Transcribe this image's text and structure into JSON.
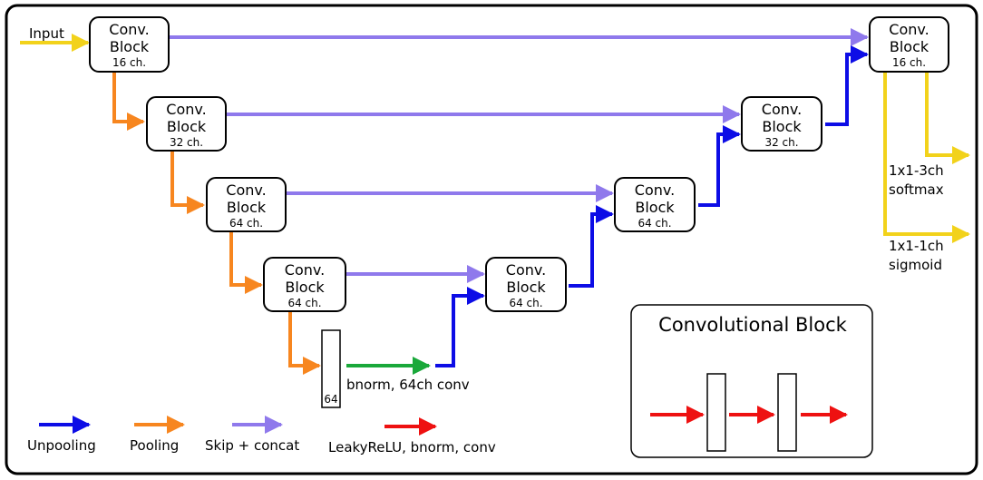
{
  "input_label": "Input",
  "block_title_line1": "Conv.",
  "block_title_line2": "Block",
  "blocks": [
    {
      "channels": "16 ch."
    },
    {
      "channels": "32 ch."
    },
    {
      "channels": "64 ch."
    },
    {
      "channels": "64 ch."
    },
    {
      "channels": "64 ch."
    },
    {
      "channels": "64 ch."
    },
    {
      "channels": "32 ch."
    },
    {
      "channels": "16 ch."
    }
  ],
  "bottleneck": {
    "label": "64",
    "op_label": "bnorm, 64ch conv"
  },
  "outputs": [
    {
      "line1": "1x1-3ch",
      "line2": "softmax"
    },
    {
      "line1": "1x1-1ch",
      "line2": "sigmoid"
    }
  ],
  "legend": {
    "unpooling": "Unpooling",
    "pooling": "Pooling",
    "skip": "Skip + concat",
    "conv_ops": "LeakyReLU, bnorm, conv"
  },
  "inset": {
    "title": "Convolutional Block"
  },
  "colors": {
    "input": "#f2d21b",
    "pool": "#f7861f",
    "unpool": "#0d0de6",
    "skip": "#8f79ec",
    "bnorm": "#1aa83a",
    "conv": "#ee1111"
  }
}
